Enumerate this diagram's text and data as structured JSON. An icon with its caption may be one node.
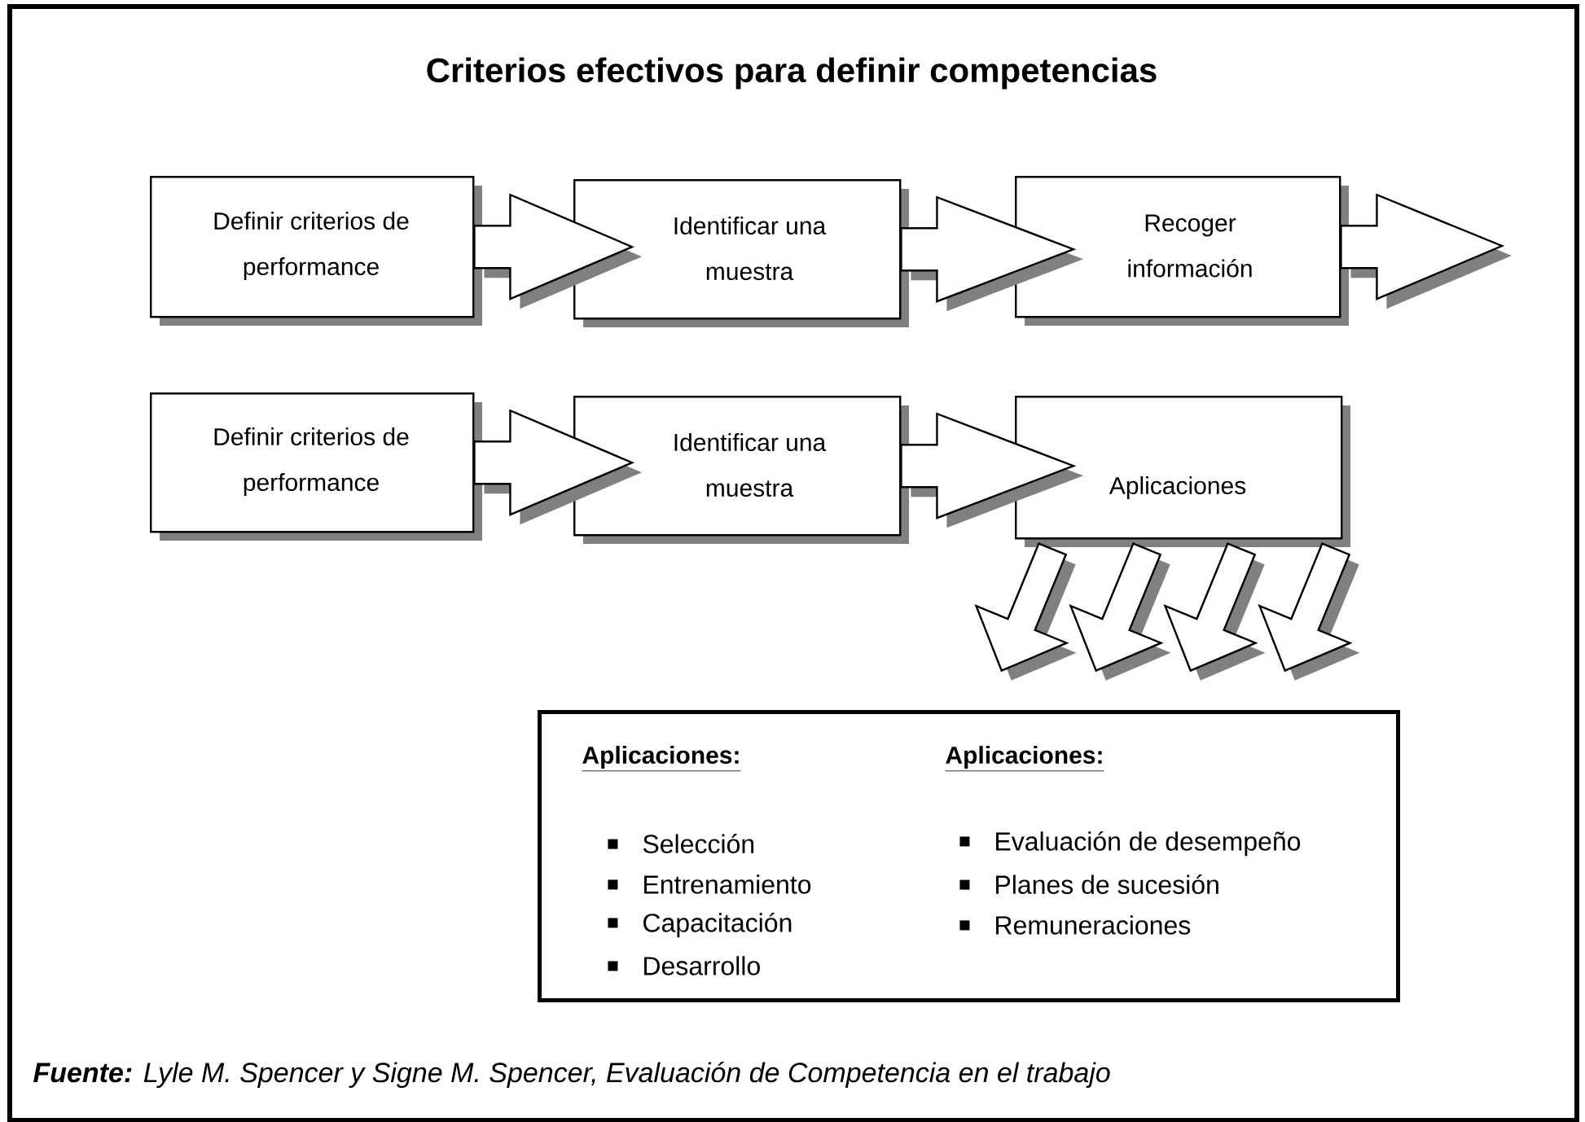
{
  "diagram": {
    "title": "Criterios efectivos para definir competencias",
    "nodes": [
      {
        "text": [
          "Definir criterios de performance"
        ]
      },
      {
        "text": [
          "Identificar una muestra"
        ]
      },
      {
        "text": [
          "Recoger información"
        ]
      },
      {
        "text": [
          "Definir criterios de performance"
        ]
      },
      {
        "text": [
          "Identificar una muestra"
        ]
      },
      {
        "text": [
          "Aplicaciones"
        ]
      },
      {
        "text": [
          "Aplicaciones:",
          "Selección",
          "Entrenamiento",
          "Capacitación",
          "Desarrollo",
          "Aplicaciones:",
          "Evaluación de desempeño",
          "Planes de sucesión",
          "Remuneraciones"
        ]
      }
    ],
    "edges": [
      {
        "from": 0,
        "to": 1,
        "arrow": "to"
      },
      {
        "from": 1,
        "to": 2,
        "arrow": "to"
      },
      {
        "from": 2,
        "to": null,
        "arrow": "to"
      },
      {
        "from": 3,
        "to": 4,
        "arrow": "to"
      },
      {
        "from": 4,
        "to": 5,
        "arrow": "to"
      },
      {
        "from": 5,
        "to": 6,
        "arrow": "to"
      },
      {
        "from": 5,
        "to": 6,
        "arrow": "to"
      },
      {
        "from": 5,
        "to": 6,
        "arrow": "to"
      },
      {
        "from": 5,
        "to": 6,
        "arrow": "to"
      }
    ],
    "caption": "**Fuente:** Lyle M. Spencer y Signe M. Spencer, Evaluación de Competencia en el trabajo"
  }
}
